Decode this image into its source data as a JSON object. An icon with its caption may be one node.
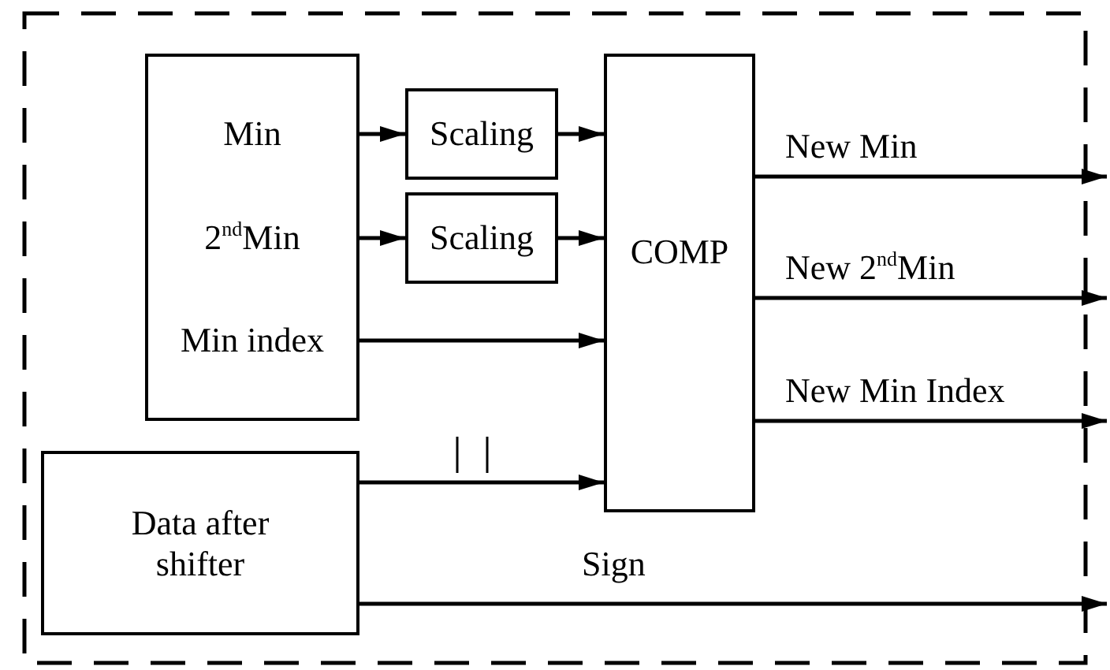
{
  "diagram": {
    "nodes": [
      {
        "text": [],
        "shape": "box"
      },
      {
        "text": [
          "Min",
          "2$^{nd}$Min",
          "Min index"
        ],
        "in": 0
      },
      {
        "text": [
          "Scaling"
        ],
        "in": 0
      },
      {
        "text": [
          "Scaling"
        ],
        "in": 0
      },
      {
        "text": [
          "COMP"
        ],
        "in": 0
      },
      {
        "text": [
          "Data after shifter"
        ],
        "in": 0
      }
    ],
    "edges": [
      {
        "from": 1,
        "to": 2,
        "arrow": "to"
      },
      {
        "from": 1,
        "to": 3,
        "arrow": "to"
      },
      {
        "from": 2,
        "to": 4,
        "arrow": "to"
      },
      {
        "from": 3,
        "to": 4,
        "arrow": "to"
      },
      {
        "from": 1,
        "to": 4,
        "arrow": "to"
      },
      {
        "from": 5,
        "to": 4,
        "arrow": "to"
      },
      {
        "from": 4,
        "to": null,
        "label": "New Min",
        "arrow": "to"
      },
      {
        "from": 4,
        "to": null,
        "label": "New 2$^{nd}$Min",
        "arrow": "to"
      },
      {
        "from": 4,
        "to": null,
        "label": "New Min Index",
        "arrow": "to"
      },
      {
        "from": 5,
        "to": null,
        "label": "Sign",
        "arrow": "to"
      }
    ]
  }
}
